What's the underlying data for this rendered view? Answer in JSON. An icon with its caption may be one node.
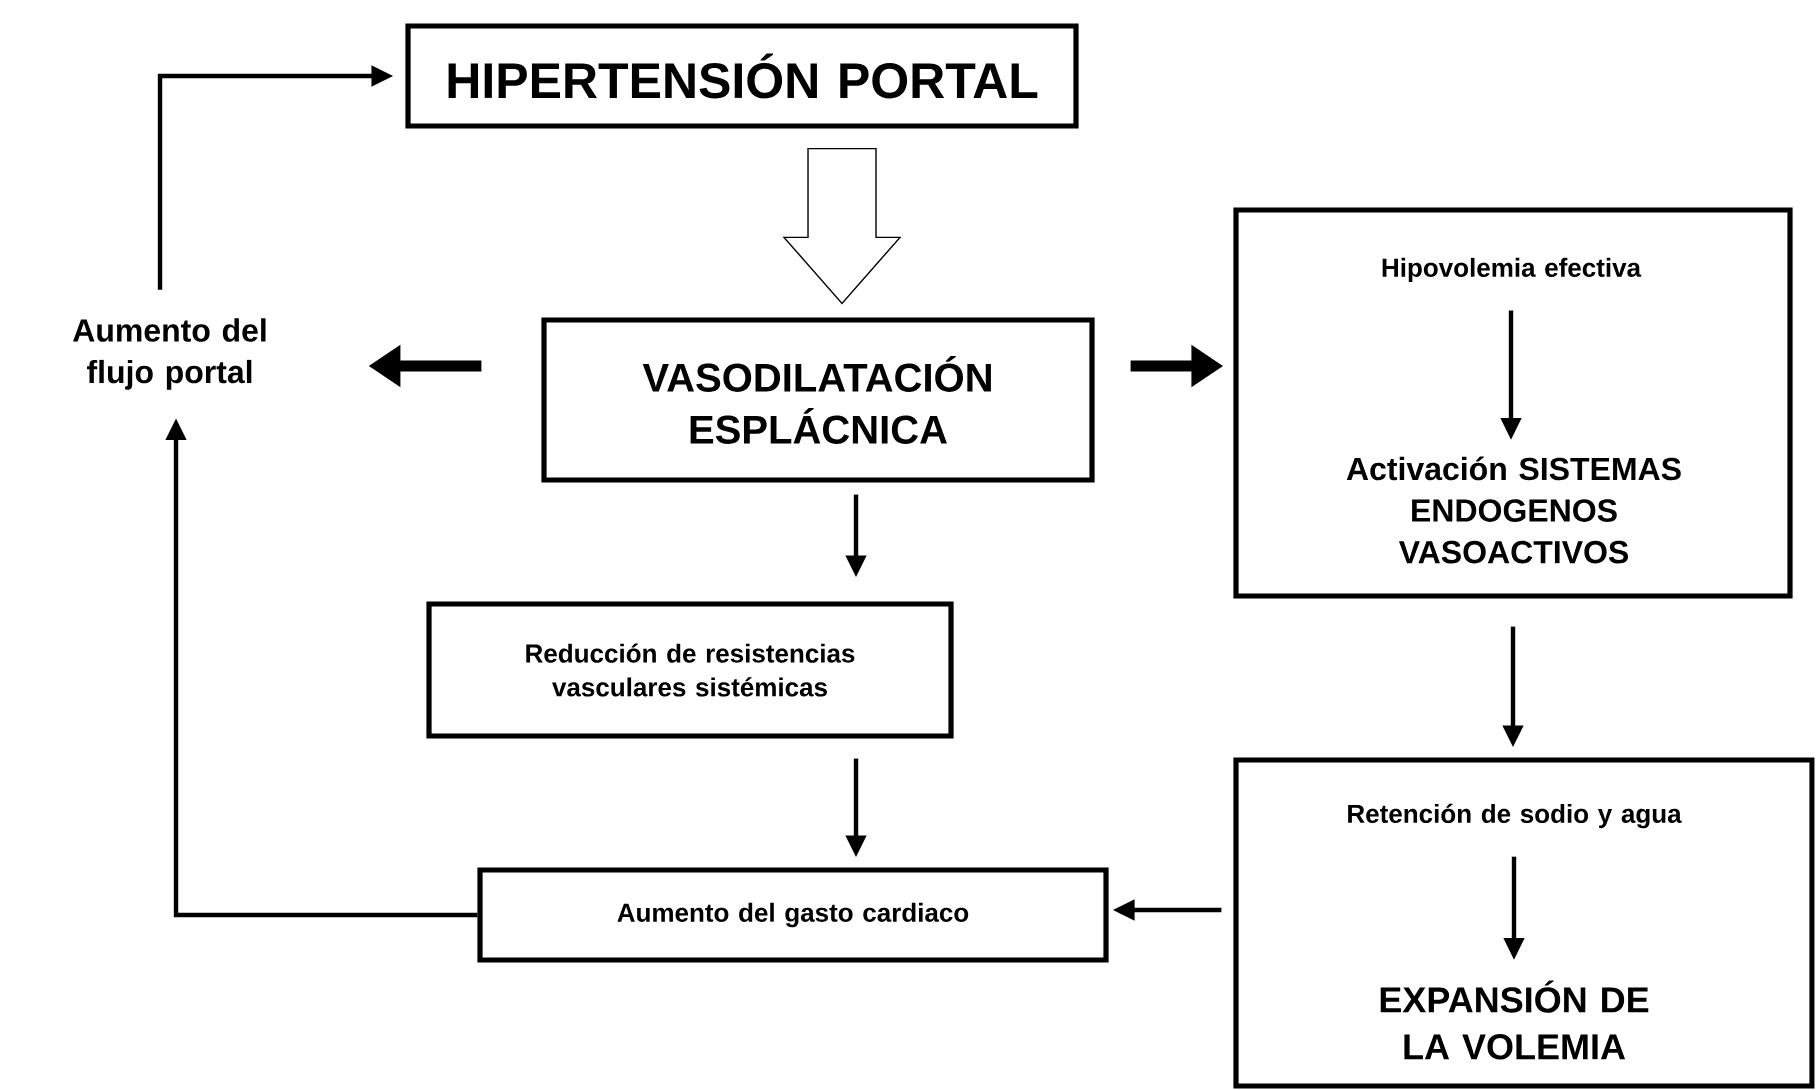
{
  "diagram": {
    "nodes": [
      {
        "text": [
          "HIPERTENSIÓN PORTAL"
        ]
      },
      {
        "text": [
          "Aumento del flujo portal"
        ]
      },
      {
        "text": [
          "VASODILATACIÓN ESPLÁCNICA"
        ]
      },
      {
        "text": [],
        "shape": "box"
      },
      {
        "text": [
          "Hipovolemia efectiva"
        ],
        "in": 3
      },
      {
        "text": [
          "Activación SISTEMAS ENDOGENOS VASOACTIVOS"
        ],
        "in": 3
      },
      {
        "text": [
          "Reducción de resistencias vasculares sistémicas"
        ]
      },
      {
        "text": [],
        "shape": "box"
      },
      {
        "text": [
          "Retención de sodio y agua"
        ],
        "in": 7
      },
      {
        "text": [
          "EXPANSIÓN DE LA VOLEMIA"
        ],
        "in": 7
      },
      {
        "text": [
          "Aumento del gasto cardiaco"
        ]
      }
    ],
    "edges": [
      {
        "from": 1,
        "to": 0,
        "arrow": "to"
      },
      {
        "from": 0,
        "to": 2,
        "arrow": "to",
        "style": "thick"
      },
      {
        "from": 2,
        "to": 1,
        "arrow": "to",
        "style": "thick"
      },
      {
        "from": 2,
        "to": 3,
        "arrow": "to",
        "style": "thick"
      },
      {
        "from": 4,
        "to": 5,
        "arrow": "to"
      },
      {
        "from": 2,
        "to": 6,
        "arrow": "to"
      },
      {
        "from": 3,
        "to": 7,
        "arrow": "to"
      },
      {
        "from": 6,
        "to": 10,
        "arrow": "to"
      },
      {
        "from": 7,
        "to": 10,
        "arrow": "to"
      },
      {
        "from": 8,
        "to": 9,
        "arrow": "to"
      },
      {
        "from": 10,
        "to": 1,
        "arrow": "to"
      }
    ]
  }
}
